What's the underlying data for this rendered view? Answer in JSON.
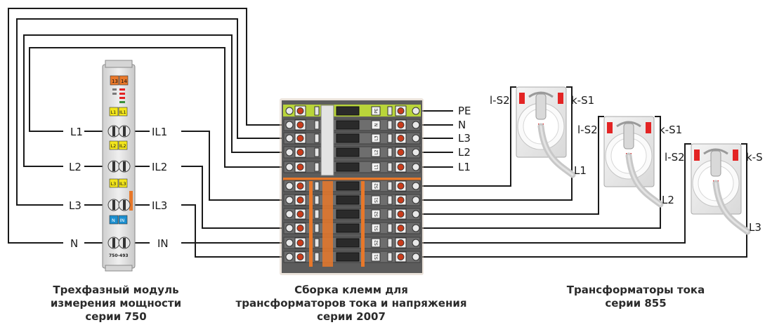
{
  "module": {
    "label_l1": "L1",
    "label_l2": "L2",
    "label_l3": "L3",
    "label_n": "N",
    "label_il1": "IL1",
    "label_il2": "IL2",
    "label_il3": "IL3",
    "label_in": "IN",
    "tag_l1": "L1",
    "tag_il1": "IL1",
    "tag_l2": "L2",
    "tag_il2": "IL2",
    "tag_l3": "L3",
    "tag_il3": "IL3",
    "tag_n": "N",
    "tag_in": "IN",
    "tag_13": "13",
    "tag_14": "14",
    "model": "750-493",
    "caption": [
      "Трехфазный модуль",
      "измерения мощности",
      "серии 750"
    ]
  },
  "terminal_block": {
    "voltage_labels": [
      "PE",
      "N",
      "L3",
      "L2",
      "L1"
    ],
    "voltage_markers": [
      "PE",
      "N",
      "L3",
      "L2",
      "L1"
    ],
    "current_markers": [
      "S2",
      "S1",
      "S2",
      "S1",
      "S2",
      "S1"
    ],
    "caption": [
      "Сборка клемм для",
      "трансформаторов тока и напряжения",
      "серии 2007"
    ]
  },
  "transformers": {
    "items": [
      {
        "left": "l-S2",
        "right": "k-S1",
        "phase": "L1"
      },
      {
        "left": "l-S2",
        "right": "k-S1",
        "phase": "L2"
      },
      {
        "left": "l-S2",
        "right": "k-S",
        "phase": "L3"
      }
    ],
    "caption": [
      "Трансформаторы тока",
      "серии 855"
    ]
  },
  "colors": {
    "wire": "#1a1a1a",
    "orange": "#e8782a",
    "yellow": "#f2e51b",
    "blue": "#1b8fd0",
    "terminal_gray": "#6e6e6e",
    "red": "#e32424",
    "green_bar": "#b9d53a"
  }
}
